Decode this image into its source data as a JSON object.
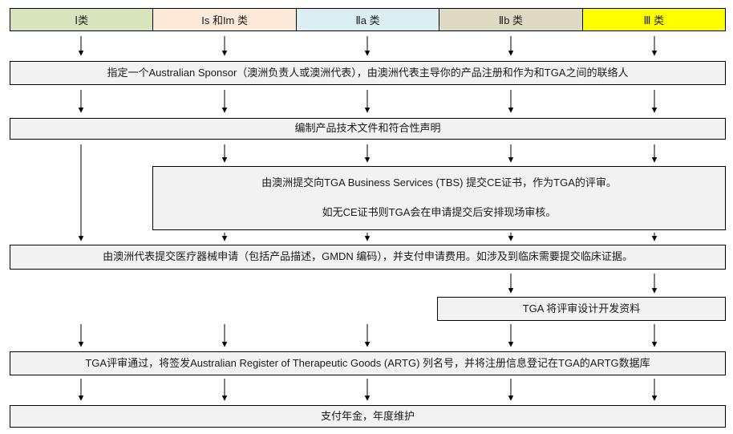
{
  "categories": [
    {
      "label": "Ⅰ类",
      "color": "#d8e4bc"
    },
    {
      "label": "Is 和Im 类",
      "color": "#fde9d9"
    },
    {
      "label": "Ⅱa 类",
      "color": "#daeef3"
    },
    {
      "label": "Ⅱb 类",
      "color": "#ddd9c3"
    },
    {
      "label": "Ⅲ 类",
      "color": "#ffff00"
    }
  ],
  "steps": {
    "sponsor": "指定一个Australian Sponsor（澳洲负责人或澳洲代表），由澳洲代表主导你的产品注册和作为和TGA之间的联络人",
    "tech_docs": "编制产品技术文件和符合性声明",
    "tbs_line1": "由澳洲提交向TGA Business Services (TBS) 提交CE证书，作为TGA的评审。",
    "tbs_line2": "如无CE证书则TGA会在申请提交后安排现场审核。",
    "application": "由澳洲代表提交医疗器械申请（包括产品描述，GMDN 编码），并支付申请费用。如涉及到临床需要提交临床证据。",
    "design_review": "TGA 将评审设计开发资料",
    "artg_listing": "TGA评审通过，将签发Australian Register of Therapeutic Goods (ARTG) 列名号，并将注册信息登记在TGA的ARTG数据库",
    "annual_fee": "支付年金，年度维护"
  },
  "colors": {
    "step_box_fill": "#f2f2f2",
    "border": "#000000",
    "arrow": "#000000"
  }
}
